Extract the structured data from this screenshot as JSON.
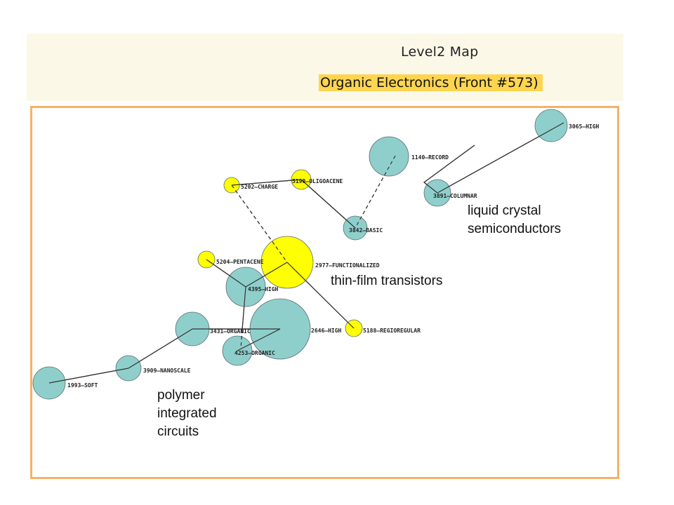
{
  "header": {
    "title": "Level2 Map",
    "subtitle": "Organic Electronics (Front #573)"
  },
  "colors": {
    "teal": "#8ecfcc",
    "yellow": "#ffff00",
    "panel_border": "#f4b266",
    "highlight": "#ffd54f"
  },
  "nodes": [
    {
      "id": "3065",
      "label": "3065–HIGH",
      "color": "teal"
    },
    {
      "id": "1140",
      "label": "1140–RECORD",
      "color": "teal"
    },
    {
      "id": "3891",
      "label": "3891–COLUMNAR",
      "color": "teal"
    },
    {
      "id": "5202",
      "label": "5202–CHARGE",
      "color": "yellow"
    },
    {
      "id": "5198",
      "label": "5198–OLIGOACENE",
      "color": "yellow"
    },
    {
      "id": "3842",
      "label": "3842–BASIC",
      "color": "teal"
    },
    {
      "id": "5204",
      "label": "5204–PENTACENE",
      "color": "yellow"
    },
    {
      "id": "2977",
      "label": "2977–FUNCTIONALIZED",
      "color": "yellow"
    },
    {
      "id": "4395",
      "label": "4395–HIGH",
      "color": "teal"
    },
    {
      "id": "2646",
      "label": "2646–HIGH",
      "color": "teal"
    },
    {
      "id": "5188",
      "label": "5188–REGIOREGULAR",
      "color": "yellow"
    },
    {
      "id": "3431",
      "label": "3431–ORGANIC",
      "color": "teal"
    },
    {
      "id": "4253",
      "label": "4253–ORGANIC",
      "color": "teal"
    },
    {
      "id": "3909",
      "label": "3909–NANOSCALE",
      "color": "teal"
    },
    {
      "id": "1993",
      "label": "1993–SOFT",
      "color": "teal"
    }
  ],
  "edges": [
    {
      "from": "3065",
      "to": "3891",
      "style": "solid"
    },
    {
      "from": "3891",
      "to": "1140",
      "style": "solid"
    },
    {
      "from": "1140",
      "to": "3842",
      "style": "dashed"
    },
    {
      "from": "3842",
      "to": "5198",
      "style": "solid"
    },
    {
      "from": "5198",
      "to": "5202",
      "style": "solid"
    },
    {
      "from": "5202",
      "to": "2977",
      "style": "dashed"
    },
    {
      "from": "5204",
      "to": "4395",
      "style": "solid"
    },
    {
      "from": "2977",
      "to": "4395",
      "style": "solid"
    },
    {
      "from": "2977",
      "to": "5188",
      "style": "solid"
    },
    {
      "from": "4395",
      "to": "4253",
      "style": "solid"
    },
    {
      "from": "2646",
      "to": "3431",
      "style": "solid"
    },
    {
      "from": "2646",
      "to": "4253",
      "style": "solid"
    },
    {
      "from": "3431",
      "to": "4253",
      "style": "dashed"
    },
    {
      "from": "3431",
      "to": "3909",
      "style": "solid"
    },
    {
      "from": "3909",
      "to": "1993",
      "style": "solid"
    }
  ],
  "annotations": {
    "liquid_crystal": [
      "liquid crystal",
      "semiconductors"
    ],
    "thin_film": "thin-film transistors",
    "polymer": [
      "polymer",
      "integrated",
      "circuits"
    ]
  }
}
